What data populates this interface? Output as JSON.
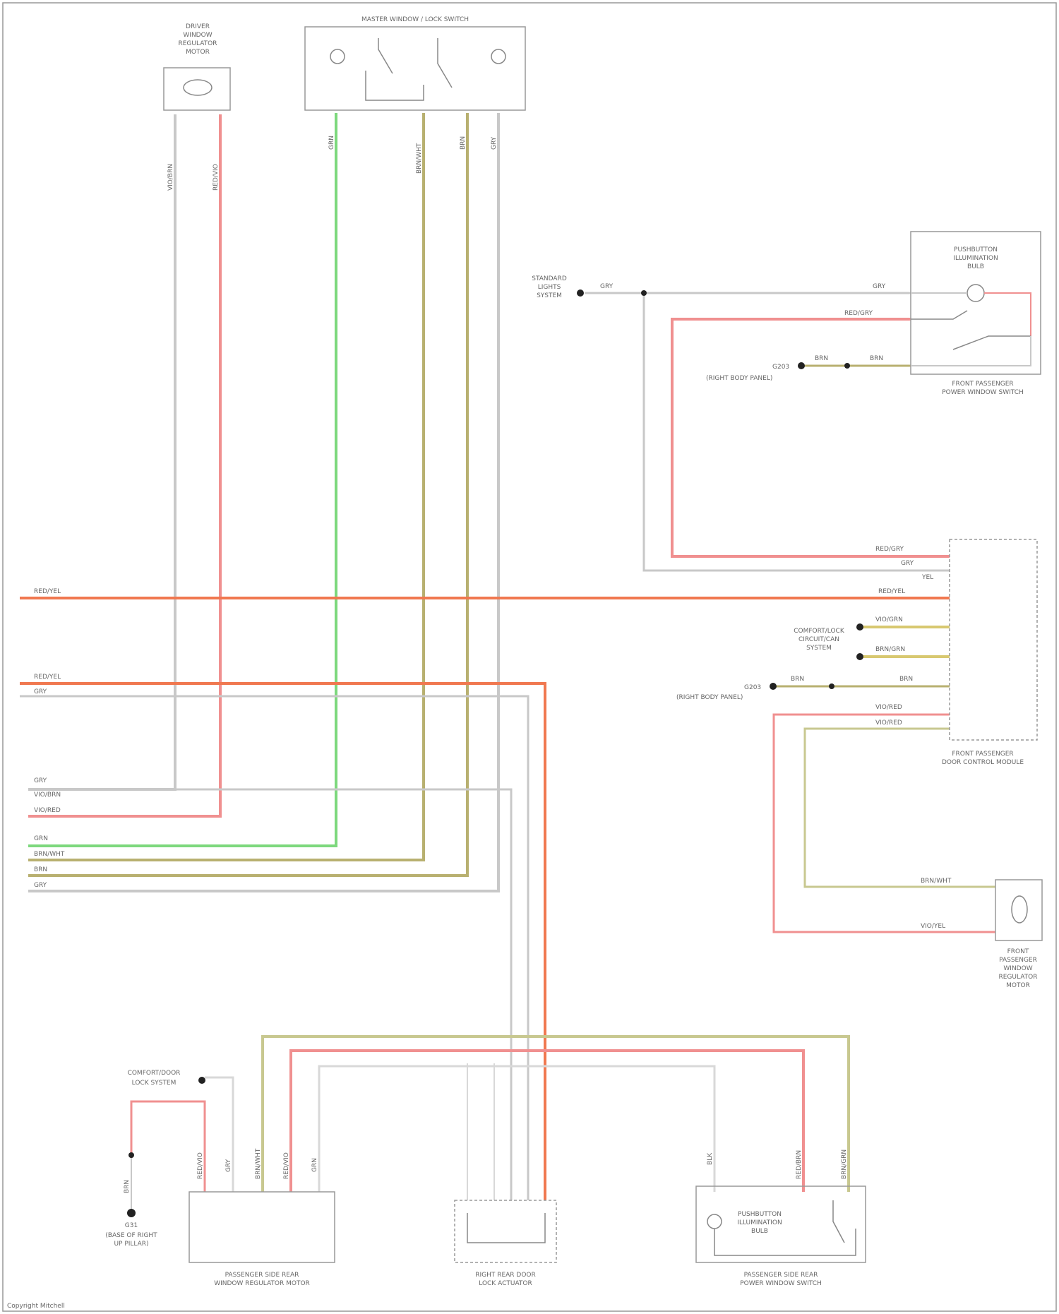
{
  "components": {
    "driver_window_motor": {
      "title": [
        "DRIVER",
        "WINDOW",
        "REGULATOR",
        "MOTOR"
      ]
    },
    "master_switch": {
      "title": "MASTER WINDOW / LOCK SWITCH"
    },
    "pushbutton_illum_bulb_front": {
      "title": [
        "PUSHBUTTON",
        "ILLUMINATION",
        "BULB"
      ]
    },
    "front_pass_window_switch": {
      "title": [
        "FRONT PASSENGER",
        "POWER WINDOW SWITCH"
      ]
    },
    "front_pass_door_module": {
      "title": [
        "FRONT PASSENGER",
        "DOOR CONTROL MODULE"
      ]
    },
    "front_pass_window_motor": {
      "title": [
        "FRONT",
        "PASSENGER",
        "WINDOW",
        "REGULATOR",
        "MOTOR"
      ]
    },
    "pass_rear_window_motor": {
      "title": [
        "PASSENGER SIDE REAR",
        "WINDOW REGULATOR MOTOR"
      ]
    },
    "right_rear_door_lock": {
      "title": [
        "RIGHT REAR DOOR",
        "LOCK ACTUATOR"
      ]
    },
    "pass_rear_window_switch": {
      "title": [
        "PASSENGER SIDE REAR",
        "POWER WINDOW SWITCH"
      ]
    },
    "pushbutton_illum_bulb_rear": {
      "title": [
        "PUSHBUTTON",
        "ILLUMINATION",
        "BULB"
      ]
    }
  },
  "refs": {
    "terminal_lights_system": [
      "STANDARD",
      "LIGHTS",
      "SYSTEM"
    ],
    "ground_body_panel_top": "G203",
    "ground_body_panel_top_sub": "(RIGHT BODY PANEL)",
    "ground_body_panel_mid": "G203",
    "ground_body_panel_mid_sub": "(RIGHT BODY PANEL)",
    "lighting_system": [
      "COMFORT/LOCK",
      "CIRCUIT/CAN",
      "SYSTEM"
    ],
    "comfort_system_ref": [
      "COMFORT/DOOR",
      "LOCK SYSTEM"
    ],
    "ground_rear": "G31",
    "ground_rear_sub": [
      "(BASE OF RIGHT",
      "UP PILLAR)"
    ]
  },
  "wire_labels": {
    "driver_motor_left": "VIO/BRN",
    "driver_motor_right": "RED/VIO",
    "master_1": "GRN",
    "master_2": "BRN/WHT",
    "master_3": "BRN",
    "master_4": "GRY",
    "lights_top": "GRY",
    "switch_top": "GRY",
    "switch_mid": "RED/GRY",
    "g_top_1": "BRN",
    "g_top_2": "BRN",
    "module_a": "RED/GRY",
    "module_b": "GRY",
    "module_c": "YEL",
    "module_d": "RED/YEL",
    "module_e": "VIO/GRN",
    "module_f": "BRN/GRN",
    "module_g": "BRN",
    "module_h": "BRN",
    "module_i": "VIO/RED",
    "module_j": "VIO/RED",
    "motor_fp_1": "BRN/WHT",
    "motor_fp_2": "VIO/YEL",
    "left_1": "RED/YEL",
    "left_2": "RED/YEL",
    "left_3": "GRY",
    "left_4": "GRY",
    "left_5": "VIO/BRN",
    "left_6": "VIO/RED",
    "left_7": "GRN",
    "left_8": "BRN/WHT",
    "left_9": "BRN",
    "left_10": "GRY",
    "rear_g": "BRN",
    "rear_1": "RED/VIO",
    "rear_2": "GRY",
    "rear_3": "BRN/WHT",
    "rear_4": "RED/VIO",
    "rear_5": "GRN",
    "rr_1": "BLK",
    "rr_2": "RED/BRN",
    "rr_3": "BRN/GRN"
  },
  "footer": "Copyright Mitchell",
  "colors": {
    "green": "#7dd87d",
    "olive": "#b8b070",
    "red_yel": "#f07850",
    "pink": "#f09090",
    "gray": "#c8c8c8"
  }
}
